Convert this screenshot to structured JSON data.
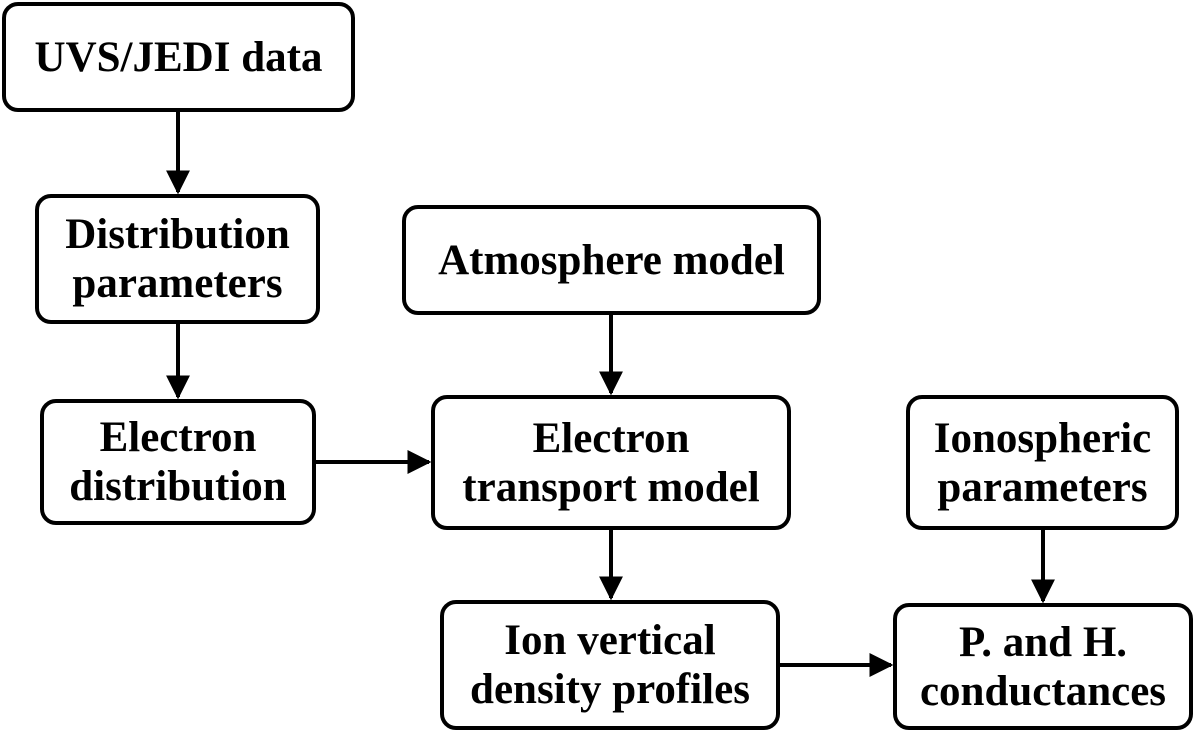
{
  "nodes": {
    "uvs_jedi": {
      "lines": [
        "UVS/JEDI data"
      ]
    },
    "distribution_parameters": {
      "lines": [
        "Distribution",
        "parameters"
      ]
    },
    "electron_distribution": {
      "lines": [
        "Electron",
        "distribution"
      ]
    },
    "atmosphere_model": {
      "lines": [
        "Atmosphere model"
      ]
    },
    "electron_transport_model": {
      "lines": [
        "Electron",
        "transport model"
      ]
    },
    "ion_density_profiles": {
      "lines": [
        "Ion vertical",
        "density profiles"
      ]
    },
    "ionospheric_parameters": {
      "lines": [
        "Ionospheric",
        "parameters"
      ]
    },
    "conductances": {
      "lines": [
        "P. and H.",
        "conductances"
      ]
    }
  },
  "edges": [
    {
      "from": "uvs_jedi",
      "to": "distribution_parameters"
    },
    {
      "from": "distribution_parameters",
      "to": "electron_distribution"
    },
    {
      "from": "electron_distribution",
      "to": "electron_transport_model"
    },
    {
      "from": "atmosphere_model",
      "to": "electron_transport_model"
    },
    {
      "from": "electron_transport_model",
      "to": "ion_density_profiles"
    },
    {
      "from": "ion_density_profiles",
      "to": "conductances"
    },
    {
      "from": "ionospheric_parameters",
      "to": "conductances"
    }
  ],
  "colors": {
    "stroke": "#000000",
    "background": "#ffffff",
    "text": "#000000"
  }
}
